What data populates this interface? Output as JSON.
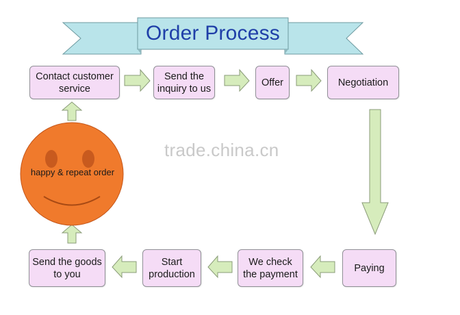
{
  "header": {
    "title": "Order Process"
  },
  "watermark": "trade.china.cn",
  "steps": [
    {
      "label": "Contact customer service"
    },
    {
      "label": "Send the inquiry to us"
    },
    {
      "label": "Offer"
    },
    {
      "label": "Negotiation"
    },
    {
      "label": "Paying"
    },
    {
      "label": "We check the payment"
    },
    {
      "label": "Start production"
    },
    {
      "label": "Send the goods to you"
    }
  ],
  "smiley": {
    "label": "happy & repeat order"
  },
  "colors": {
    "box_fill": "#f5dcf6",
    "arrow_fill": "#d6ecbc",
    "banner_fill": "#b9e4ea",
    "title_text": "#1f3fa8",
    "smiley_fill": "#f07a2c"
  }
}
